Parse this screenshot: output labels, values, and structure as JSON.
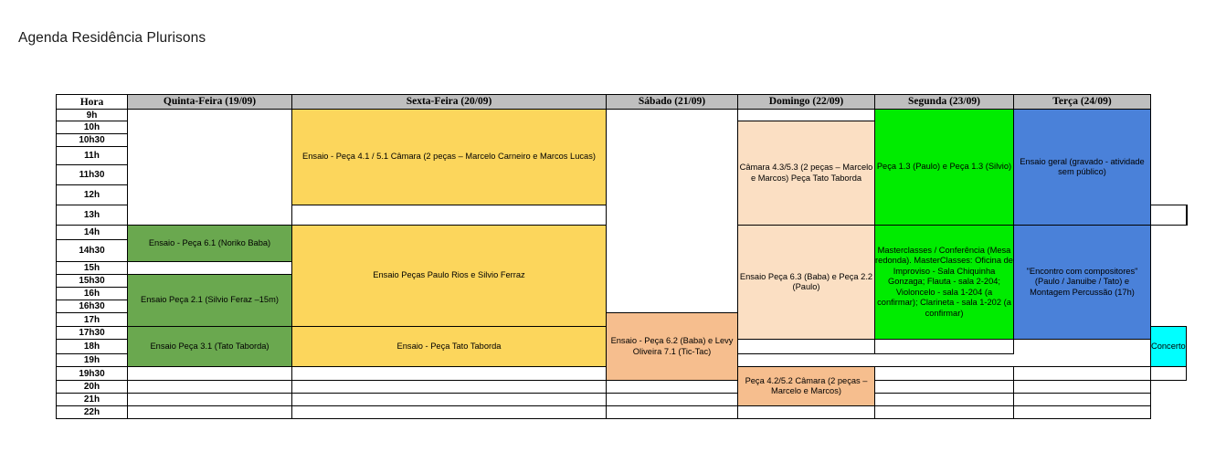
{
  "page": {
    "title": "Agenda Residência Plurisons"
  },
  "table": {
    "hora_header": "Hora",
    "day_headers": [
      "Quinta-Feira (19/09)",
      "Sexta-Feira (20/09)",
      "Sábado (21/09)",
      "Domingo (22/09)",
      "Segunda (23/09)",
      "Terça (24/09)"
    ],
    "times": [
      "9h",
      "10h",
      "10h30",
      "11h",
      "11h30",
      "12h",
      "13h",
      "14h",
      "14h30",
      "15h",
      "15h30",
      "16h",
      "16h30",
      "17h",
      "17h30",
      "18h",
      "19h",
      "19h30",
      "20h",
      "21h",
      "22h"
    ],
    "colors": {
      "header_bg": "#bfbfbf",
      "green_rehearsal": "#6aa84f",
      "yellow_rehearsal": "#fcd65c",
      "peach_light": "#fbdfc3",
      "peach_dark": "#f6be8e",
      "bright_green": "#00ec00",
      "blue": "#4a81d9",
      "cyan": "#00ffff",
      "grid": "#000000"
    },
    "events": {
      "quinta": [
        {
          "text": "Ensaio - Peça 6.1 (Noriko Baba)",
          "color": "#6aa84f"
        },
        {
          "text": "Ensaio Peça 2.1 (Silvio Feraz –15m)",
          "color": "#6aa84f"
        },
        {
          "text": "Ensaio Peça 3.1 (Tato Taborda)",
          "color": "#6aa84f"
        }
      ],
      "sexta": [
        {
          "text": "Ensaio - Peça 4.1 / 5.1 Câmara (2 peças – Marcelo Carneiro e Marcos Lucas)",
          "color": "#fcd65c"
        },
        {
          "text": "Ensaio Peças Paulo Rios e Silvio Ferraz",
          "color": "#fcd65c"
        },
        {
          "text": "Ensaio - Peça Tato Taborda",
          "color": "#fcd65c"
        }
      ],
      "sabado": [
        {
          "text": "Ensaio - Peça 6.2 (Baba) e Levy Oliveira 7.1 (Tic-Tac)",
          "color": "#f6be8e"
        },
        {
          "text": "Peça 4.2/5.2 Câmara (2 peças – Marcelo e Marcos)",
          "color": "#f6be8e"
        }
      ],
      "domingo": [
        {
          "text": "Câmara 4.3/5.3 (2 peças – Marcelo e Marcos) Peça Tato Taborda",
          "color": "#fbdfc3"
        },
        {
          "text": "Ensaio Peça 6.3 (Baba) e Peça 2.2 (Paulo)",
          "color": "#fbdfc3"
        }
      ],
      "segunda": [
        {
          "text": "Peça 1.3 (Paulo) e Peça 1.3 (Silvio)",
          "color": "#00ec00"
        },
        {
          "text": "Masterclasses / Conferência (Mesa redonda). MasterClasses: Oficina de Improviso - Sala Chiquinha Gonzaga; Flauta - sala 2-204; Violoncelo - sala 1-204 (a confirmar); Clarineta - sala 1-202 (a confirmar)",
          "color": "#00ec00"
        }
      ],
      "terca": [
        {
          "text": "Ensaio geral (gravado - atividade sem público)",
          "color": "#4a81d9"
        },
        {
          "text": "\"Encontro com compositores\" (Paulo / Januibe / Tato) e Montagem Percussão (17h)",
          "color": "#4a81d9"
        },
        {
          "text": "Concerto",
          "color": "#00ffff"
        }
      ]
    }
  }
}
